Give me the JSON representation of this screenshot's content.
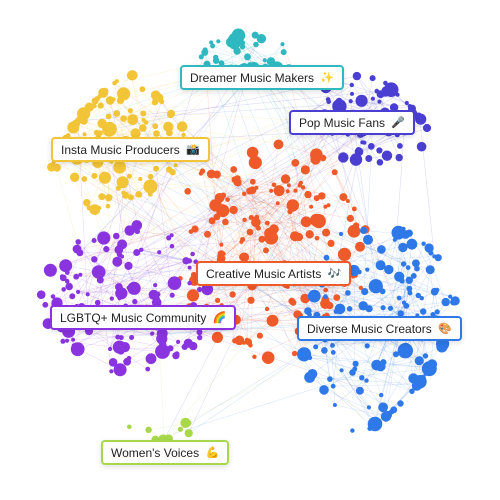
{
  "clusters": [
    {
      "key": "dreamer",
      "label": "Dreamer Music Makers",
      "icon": "✨",
      "icon_name": "sparkles-icon",
      "color": "#2fb8c0",
      "border": "#2fb8c0"
    },
    {
      "key": "pop",
      "label": "Pop Music Fans",
      "icon": "🎤",
      "icon_name": "microphone-icon",
      "color": "#4a3fd0",
      "border": "#4a3fd0"
    },
    {
      "key": "insta",
      "label": "Insta Music Producers",
      "icon": "📸",
      "icon_name": "camera-icon",
      "color": "#f2c438",
      "border": "#f2c438"
    },
    {
      "key": "creative",
      "label": "Creative Music Artists",
      "icon": "🎶",
      "icon_name": "music-notes-icon",
      "color": "#ef5a2a",
      "border": "#ef5a2a"
    },
    {
      "key": "lgbtq",
      "label": "LGBTQ+ Music Community",
      "icon": "🌈",
      "icon_name": "rainbow-icon",
      "color": "#8a34e0",
      "border": "#8a34e0"
    },
    {
      "key": "diverse",
      "label": "Diverse Music Creators",
      "icon": "🎨",
      "icon_name": "palette-icon",
      "color": "#2f78e8",
      "border": "#2f78e8"
    },
    {
      "key": "women",
      "label": "Women's Voices",
      "icon": "💪",
      "icon_name": "flexed-biceps-icon",
      "color": "#a8d84a",
      "border": "#a8d84a"
    }
  ]
}
